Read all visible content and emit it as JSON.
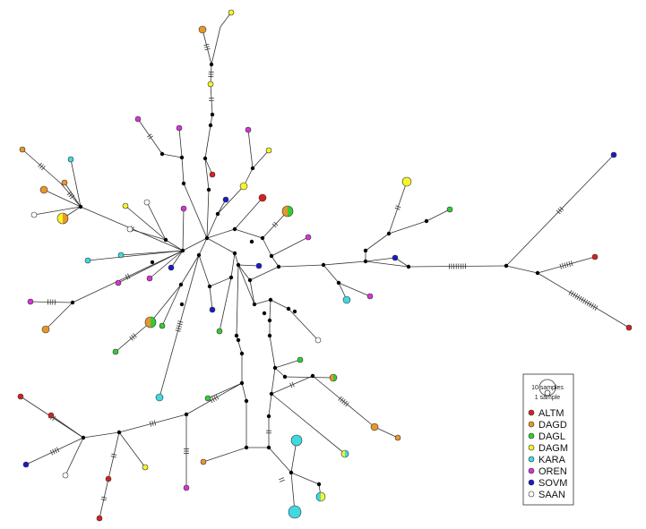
{
  "legend": {
    "scale_large_label": "10 samples",
    "scale_small_label": "1 sample",
    "items": [
      {
        "label": "ALTM",
        "color": "#d62020"
      },
      {
        "label": "DAGD",
        "color": "#e8962a"
      },
      {
        "label": "DAGL",
        "color": "#33cc33"
      },
      {
        "label": "DAGM",
        "color": "#f5f52a"
      },
      {
        "label": "KARA",
        "color": "#3fd9e0"
      },
      {
        "label": "OREN",
        "color": "#d633d6"
      },
      {
        "label": "SOVM",
        "color": "#1a1acc"
      },
      {
        "label": "SAAN",
        "color": "#ffffff"
      }
    ]
  }
}
